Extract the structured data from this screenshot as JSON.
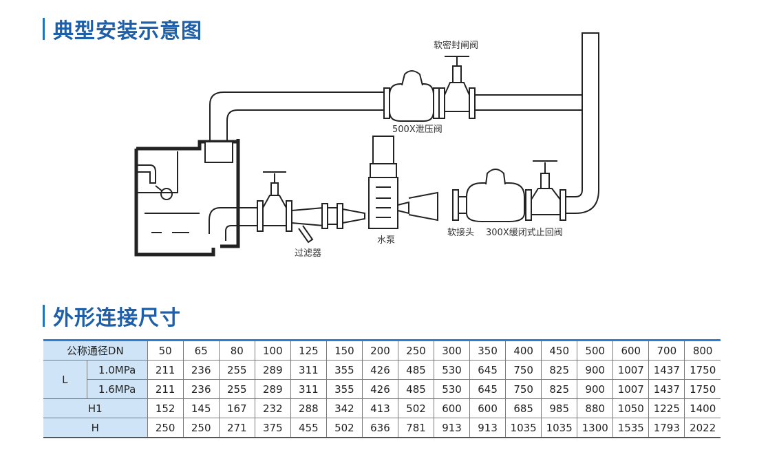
{
  "section1": {
    "title": "典型安装示意图"
  },
  "section2": {
    "title": "外形连接尺寸"
  },
  "diagram": {
    "labels": {
      "soft_seal_gate_valve": "软密封闸阀",
      "relief_valve": "500X泄压阀",
      "pump": "水泵",
      "filter": "过滤器",
      "soft_joint": "软接头",
      "check_valve": "300X缓闭式止回阀"
    }
  },
  "table": {
    "dn_label": "公称通径DN",
    "l_label": "L",
    "p1_label": "1.0MPa",
    "p2_label": "1.6MPa",
    "h1_label": "H1",
    "h_label": "H",
    "dn": [
      "50",
      "65",
      "80",
      "100",
      "125",
      "150",
      "200",
      "250",
      "300",
      "350",
      "400",
      "450",
      "500",
      "600",
      "700",
      "800"
    ],
    "l_p1": [
      "211",
      "236",
      "255",
      "289",
      "311",
      "355",
      "426",
      "485",
      "530",
      "645",
      "750",
      "825",
      "900",
      "1007",
      "1437",
      "1750"
    ],
    "l_p2": [
      "211",
      "236",
      "255",
      "289",
      "311",
      "355",
      "426",
      "485",
      "530",
      "645",
      "750",
      "825",
      "900",
      "1007",
      "1437",
      "1750"
    ],
    "h1": [
      "152",
      "145",
      "167",
      "232",
      "288",
      "342",
      "413",
      "502",
      "600",
      "600",
      "685",
      "985",
      "880",
      "1050",
      "1225",
      "1400"
    ],
    "h": [
      "250",
      "250",
      "271",
      "375",
      "455",
      "502",
      "636",
      "781",
      "913",
      "913",
      "1035",
      "1035",
      "1300",
      "1535",
      "1793",
      "2022"
    ]
  }
}
